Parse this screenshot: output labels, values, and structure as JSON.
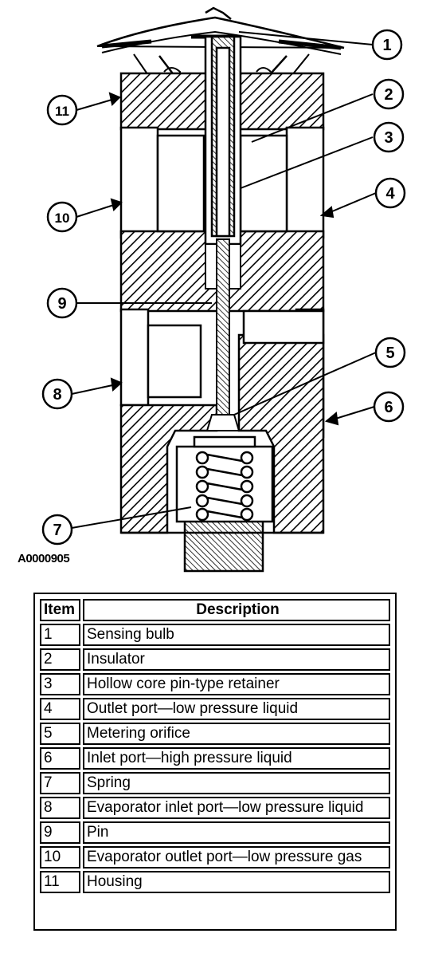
{
  "figure_code": "A0000905",
  "callouts": [
    "1",
    "2",
    "3",
    "4",
    "5",
    "6",
    "7",
    "8",
    "9",
    "10",
    "11"
  ],
  "legend": {
    "headers": {
      "item": "Item",
      "description": "Description"
    },
    "rows": [
      {
        "item": "1",
        "description": "Sensing bulb"
      },
      {
        "item": "2",
        "description": "Insulator"
      },
      {
        "item": "3",
        "description": "Hollow core pin-type retainer"
      },
      {
        "item": "4",
        "description": "Outlet port—low pressure liquid"
      },
      {
        "item": "5",
        "description": "Metering orifice"
      },
      {
        "item": "6",
        "description": "Inlet port—high pressure liquid"
      },
      {
        "item": "7",
        "description": "Spring"
      },
      {
        "item": "8",
        "description": "Evaporator inlet port—low pressure liquid"
      },
      {
        "item": "9",
        "description": "Pin"
      },
      {
        "item": "10",
        "description": "Evaporator outlet port—low pressure gas"
      },
      {
        "item": "11",
        "description": "Housing"
      }
    ]
  }
}
